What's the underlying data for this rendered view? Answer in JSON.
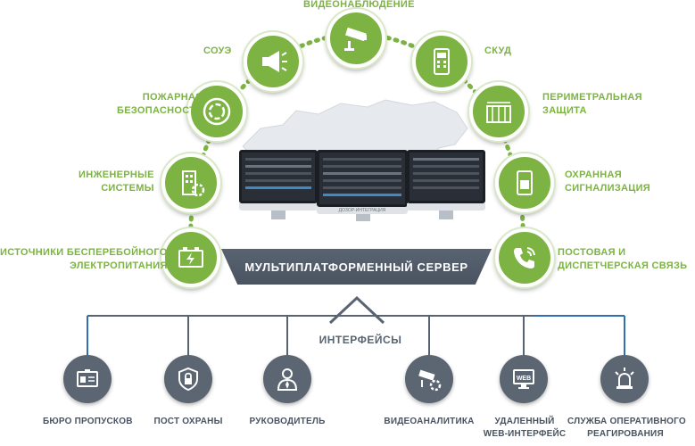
{
  "systems": {
    "video": "ВИДЕОНАБЛЮДЕНИЕ",
    "soue": "СОУЭ",
    "skud": "СКУД",
    "fire_1": "ПОЖАРНАЯ",
    "fire_2": "БЕЗОПАСНОСТЬ",
    "perimeter_1": "ПЕРИМЕТРАЛЬНАЯ",
    "perimeter_2": "ЗАЩИТА",
    "eng_1": "ИНЖЕНЕРНЫЕ",
    "eng_2": "СИСТЕМЫ",
    "alarm_1": "ОХРАННАЯ",
    "alarm_2": "СИГНАЛИЗАЦИЯ",
    "ups_1": "ИСТОЧНИКИ БЕСПЕРЕБОЙНОГО",
    "ups_2": "ЭЛЕКТРОПИТАНИЯ",
    "dispatch_1": "ПОСТОВАЯ И",
    "dispatch_2": "ДИСПЕТЧЕРСКАЯ СВЯЗЬ"
  },
  "server_label": "МУЛЬТИПЛАТФОРМЕННЫЙ СЕРВЕР",
  "interfaces_label": "ИНТЕРФЕЙСЫ",
  "monitor_brand": "ДОЗОР-ИНТЕГРАЦИЯ",
  "interfaces": {
    "pass_office": "БЮРО ПРОПУСКОВ",
    "guard_post": "ПОСТ ОХРАНЫ",
    "manager": "РУКОВОДИТЕЛЬ",
    "video_analytics": "ВИДЕОАНАЛИТИКА",
    "web_1": "УДАЛЕННЫЙ",
    "web_2": "WEB-ИНТЕРФЕЙС",
    "response_1": "СЛУЖБА ОПЕРАТИВНОГО",
    "response_2": "РЕАГИРОВАНИЯ",
    "web_badge": "WEB"
  },
  "colors": {
    "green": "#7cb342",
    "slate": "#596472",
    "badge": "#5b6672",
    "blue_line": "#2f6fb3"
  }
}
